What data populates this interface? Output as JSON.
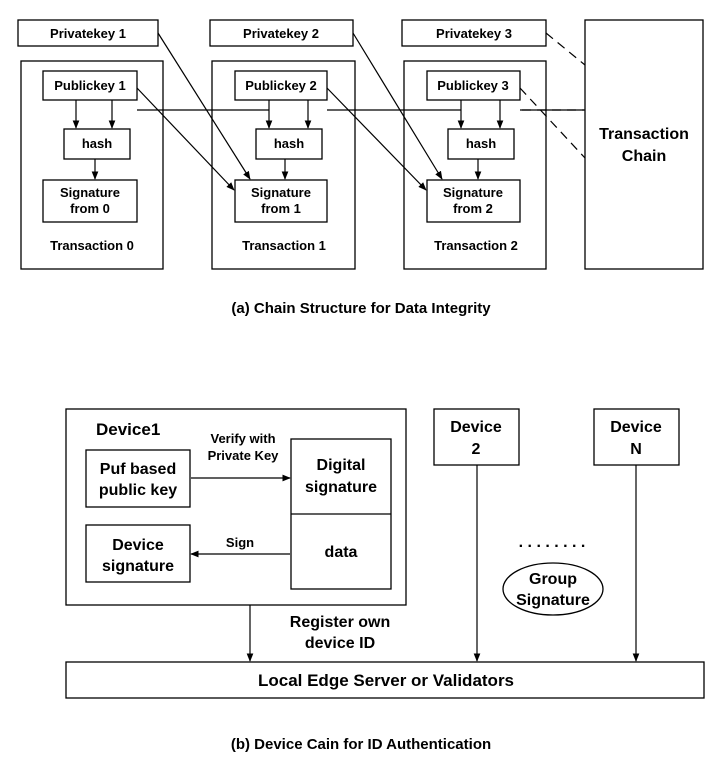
{
  "part_a": {
    "caption": "(a) Chain Structure for Data Integrity",
    "private_keys": [
      "Privatekey 1",
      "Privatekey 2",
      "Privatekey 3"
    ],
    "transactions": [
      {
        "publickey": "Publickey 1",
        "hash": "hash",
        "signature": [
          "Signature",
          "from 0"
        ],
        "label": "Transaction 0"
      },
      {
        "publickey": "Publickey 2",
        "hash": "hash",
        "signature": [
          "Signature",
          "from 1"
        ],
        "label": "Transaction 1"
      },
      {
        "publickey": "Publickey 3",
        "hash": "hash",
        "signature": [
          "Signature",
          "from 2"
        ],
        "label": "Transaction 2"
      }
    ],
    "chain": [
      "Transaction",
      "Chain"
    ]
  },
  "part_b": {
    "caption": "(b) Device Cain for ID Authentication",
    "device1": {
      "title": "Device1",
      "puf_key": [
        "Puf based",
        "public key"
      ],
      "verify_label": [
        "Verify with",
        "Private Key"
      ],
      "digital_signature": [
        "Digital",
        "signature"
      ],
      "data": "data",
      "sign_label": "Sign",
      "device_signature": [
        "Device",
        "signature"
      ]
    },
    "device2": [
      "Device",
      "2"
    ],
    "deviceN": [
      "Device",
      "N"
    ],
    "dots": ". . . . . . . .",
    "group_signature": [
      "Group",
      "Signature"
    ],
    "register_label": [
      "Register own",
      "device ID"
    ],
    "server": "Local Edge Server or Validators"
  }
}
